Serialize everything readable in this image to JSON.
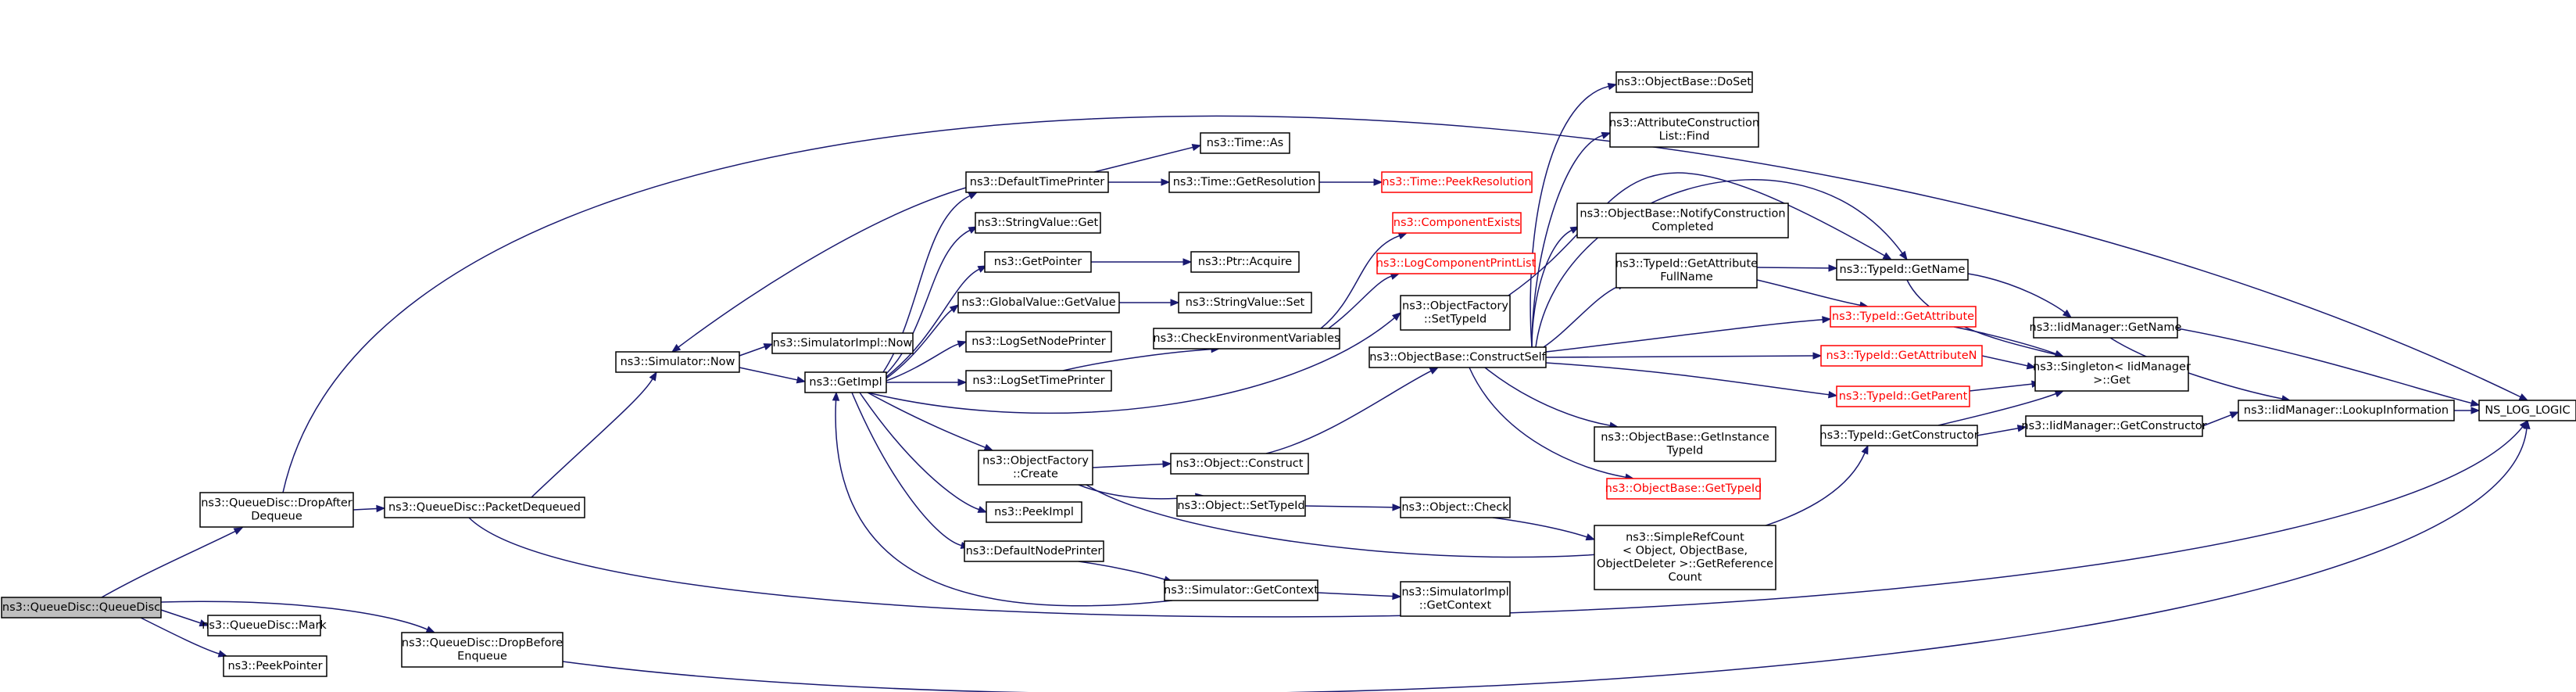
{
  "colors": {
    "edge": "#191970",
    "root_fill": "#bfbfbf",
    "external_ref": "#ff0000",
    "node_border": "#000000"
  },
  "nodes": [
    {
      "id": "root",
      "lines": [
        "ns3::QueueDisc::QueueDisc"
      ],
      "style": "root"
    },
    {
      "id": "dropafter",
      "lines": [
        "ns3::QueueDisc::DropAfter",
        "Dequeue"
      ]
    },
    {
      "id": "mark",
      "lines": [
        "ns3::QueueDisc::Mark"
      ]
    },
    {
      "id": "peekpointer",
      "lines": [
        "ns3::PeekPointer"
      ]
    },
    {
      "id": "dropbefore",
      "lines": [
        "ns3::QueueDisc::DropBefore",
        "Enqueue"
      ]
    },
    {
      "id": "packetdequeued",
      "lines": [
        "ns3::QueueDisc::PacketDequeued"
      ]
    },
    {
      "id": "simnow",
      "lines": [
        "ns3::Simulator::Now"
      ]
    },
    {
      "id": "simimplnow",
      "lines": [
        "ns3::SimulatorImpl::Now"
      ]
    },
    {
      "id": "getimpl",
      "lines": [
        "ns3::GetImpl"
      ]
    },
    {
      "id": "defaulttimeprinter",
      "lines": [
        "ns3::DefaultTimePrinter"
      ]
    },
    {
      "id": "stringvalueget",
      "lines": [
        "ns3::StringValue::Get"
      ]
    },
    {
      "id": "getpointer",
      "lines": [
        "ns3::GetPointer"
      ]
    },
    {
      "id": "globalvalue",
      "lines": [
        "ns3::GlobalValue::GetValue"
      ]
    },
    {
      "id": "logsetnode",
      "lines": [
        "ns3::LogSetNodePrinter"
      ]
    },
    {
      "id": "logsettime",
      "lines": [
        "ns3::LogSetTimePrinter"
      ]
    },
    {
      "id": "objfactorycreate",
      "lines": [
        "ns3::ObjectFactory",
        "::Create"
      ]
    },
    {
      "id": "peekimpl",
      "lines": [
        "ns3::PeekImpl"
      ]
    },
    {
      "id": "defaultnodeprinter",
      "lines": [
        "ns3::DefaultNodePrinter"
      ]
    },
    {
      "id": "timeas",
      "lines": [
        "ns3::Time::As"
      ]
    },
    {
      "id": "timegetres",
      "lines": [
        "ns3::Time::GetResolution"
      ]
    },
    {
      "id": "ptracquire",
      "lines": [
        "ns3::Ptr::Acquire"
      ]
    },
    {
      "id": "stringvalueset",
      "lines": [
        "ns3::StringValue::Set"
      ]
    },
    {
      "id": "checkenv",
      "lines": [
        "ns3::CheckEnvironmentVariables"
      ]
    },
    {
      "id": "objconstruct",
      "lines": [
        "ns3::Object::Construct"
      ]
    },
    {
      "id": "objsettypeid",
      "lines": [
        "ns3::Object::SetTypeId"
      ]
    },
    {
      "id": "simgetcontext",
      "lines": [
        "ns3::Simulator::GetContext"
      ]
    },
    {
      "id": "timepeekres",
      "lines": [
        "ns3::Time::PeekResolution"
      ],
      "style": "red"
    },
    {
      "id": "compexists",
      "lines": [
        "ns3::ComponentExists"
      ],
      "style": "red"
    },
    {
      "id": "logcompprint",
      "lines": [
        "ns3::LogComponentPrintList"
      ],
      "style": "red"
    },
    {
      "id": "objfactsettypeid",
      "lines": [
        "ns3::ObjectFactory",
        "::SetTypeId"
      ]
    },
    {
      "id": "constructself",
      "lines": [
        "ns3::ObjectBase::ConstructSelf"
      ]
    },
    {
      "id": "objcheck",
      "lines": [
        "ns3::Object::Check"
      ]
    },
    {
      "id": "simimplgetctx",
      "lines": [
        "ns3::SimulatorImpl",
        "::GetContext"
      ]
    },
    {
      "id": "doset",
      "lines": [
        "ns3::ObjectBase::DoSet"
      ]
    },
    {
      "id": "attrconstfind",
      "lines": [
        "ns3::AttributeConstruction",
        "List::Find"
      ]
    },
    {
      "id": "notifyconst",
      "lines": [
        "ns3::ObjectBase::NotifyConstruction",
        "Completed"
      ]
    },
    {
      "id": "getattrfullname",
      "lines": [
        "ns3::TypeId::GetAttribute",
        "FullName"
      ]
    },
    {
      "id": "getinstancetypeid",
      "lines": [
        "ns3::ObjectBase::GetInstance",
        "TypeId"
      ]
    },
    {
      "id": "objbasegettypeid",
      "lines": [
        "ns3::ObjectBase::GetTypeId"
      ],
      "style": "red"
    },
    {
      "id": "simplerefcount",
      "lines": [
        "ns3::SimpleRefCount",
        "< Object, ObjectBase,",
        "ObjectDeleter >::GetReference",
        "Count"
      ]
    },
    {
      "id": "typeidgetconstructor",
      "lines": [
        "ns3::TypeId::GetConstructor"
      ]
    },
    {
      "id": "typeidgetname",
      "lines": [
        "ns3::TypeId::GetName"
      ]
    },
    {
      "id": "typeidgetattribute",
      "lines": [
        "ns3::TypeId::GetAttribute"
      ],
      "style": "red"
    },
    {
      "id": "typeidgetattributen",
      "lines": [
        "ns3::TypeId::GetAttributeN"
      ],
      "style": "red"
    },
    {
      "id": "typeidgetparent",
      "lines": [
        "ns3::TypeId::GetParent"
      ],
      "style": "red"
    },
    {
      "id": "singletonget",
      "lines": [
        "ns3::Singleton< IidManager",
        ">::Get"
      ]
    },
    {
      "id": "iidgetconstructor",
      "lines": [
        "ns3::IidManager::GetConstructor"
      ]
    },
    {
      "id": "iidgetname",
      "lines": [
        "ns3::IidManager::GetName"
      ]
    },
    {
      "id": "iidlookup",
      "lines": [
        "ns3::IidManager::LookupInformation"
      ]
    },
    {
      "id": "nslog",
      "lines": [
        "NS_LOG_LOGIC"
      ]
    }
  ],
  "edges": [
    [
      "root",
      "dropafter"
    ],
    [
      "root",
      "mark"
    ],
    [
      "root",
      "peekpointer"
    ],
    [
      "root",
      "dropbefore"
    ],
    [
      "dropafter",
      "packetdequeued"
    ],
    [
      "dropafter",
      "nslog"
    ],
    [
      "dropbefore",
      "nslog"
    ],
    [
      "packetdequeued",
      "simnow"
    ],
    [
      "packetdequeued",
      "nslog"
    ],
    [
      "simnow",
      "simimplnow"
    ],
    [
      "simnow",
      "getimpl"
    ],
    [
      "getimpl",
      "defaulttimeprinter"
    ],
    [
      "getimpl",
      "stringvalueget"
    ],
    [
      "getimpl",
      "getpointer"
    ],
    [
      "getimpl",
      "globalvalue"
    ],
    [
      "getimpl",
      "logsetnode"
    ],
    [
      "getimpl",
      "logsettime"
    ],
    [
      "getimpl",
      "objfactorycreate"
    ],
    [
      "getimpl",
      "peekimpl"
    ],
    [
      "getimpl",
      "defaultnodeprinter"
    ],
    [
      "getimpl",
      "objfactsettypeid"
    ],
    [
      "defaulttimeprinter",
      "simnow"
    ],
    [
      "defaulttimeprinter",
      "timeas"
    ],
    [
      "defaulttimeprinter",
      "timegetres"
    ],
    [
      "timegetres",
      "timepeekres"
    ],
    [
      "getpointer",
      "ptracquire"
    ],
    [
      "globalvalue",
      "stringvalueset"
    ],
    [
      "logsettime",
      "checkenv"
    ],
    [
      "checkenv",
      "compexists"
    ],
    [
      "checkenv",
      "logcompprint"
    ],
    [
      "objfactorycreate",
      "objconstruct"
    ],
    [
      "objfactorycreate",
      "objsettypeid"
    ],
    [
      "objfactorycreate",
      "typeidgetconstructor"
    ],
    [
      "objconstruct",
      "constructself"
    ],
    [
      "objsettypeid",
      "objcheck"
    ],
    [
      "defaultnodeprinter",
      "simgetcontext"
    ],
    [
      "simgetcontext",
      "getimpl"
    ],
    [
      "simgetcontext",
      "simimplgetctx"
    ],
    [
      "objcheck",
      "simplerefcount"
    ],
    [
      "objfactsettypeid",
      "typeidgetname"
    ],
    [
      "constructself",
      "doset"
    ],
    [
      "constructself",
      "attrconstfind"
    ],
    [
      "constructself",
      "notifyconst"
    ],
    [
      "constructself",
      "typeidgetname"
    ],
    [
      "constructself",
      "getattrfullname"
    ],
    [
      "constructself",
      "typeidgetattribute"
    ],
    [
      "constructself",
      "typeidgetattributen"
    ],
    [
      "constructself",
      "typeidgetparent"
    ],
    [
      "constructself",
      "getinstancetypeid"
    ],
    [
      "constructself",
      "objbasegettypeid"
    ],
    [
      "getattrfullname",
      "typeidgetname"
    ],
    [
      "getattrfullname",
      "typeidgetattribute"
    ],
    [
      "typeidgetname",
      "singletonget"
    ],
    [
      "typeidgetname",
      "iidgetname"
    ],
    [
      "typeidgetattribute",
      "singletonget"
    ],
    [
      "typeidgetattributen",
      "singletonget"
    ],
    [
      "typeidgetparent",
      "singletonget"
    ],
    [
      "typeidgetconstructor",
      "singletonget"
    ],
    [
      "typeidgetconstructor",
      "iidgetconstructor"
    ],
    [
      "iidgetconstructor",
      "iidlookup"
    ],
    [
      "iidgetname",
      "iidlookup"
    ],
    [
      "iidgetname",
      "nslog"
    ],
    [
      "iidlookup",
      "nslog"
    ]
  ]
}
